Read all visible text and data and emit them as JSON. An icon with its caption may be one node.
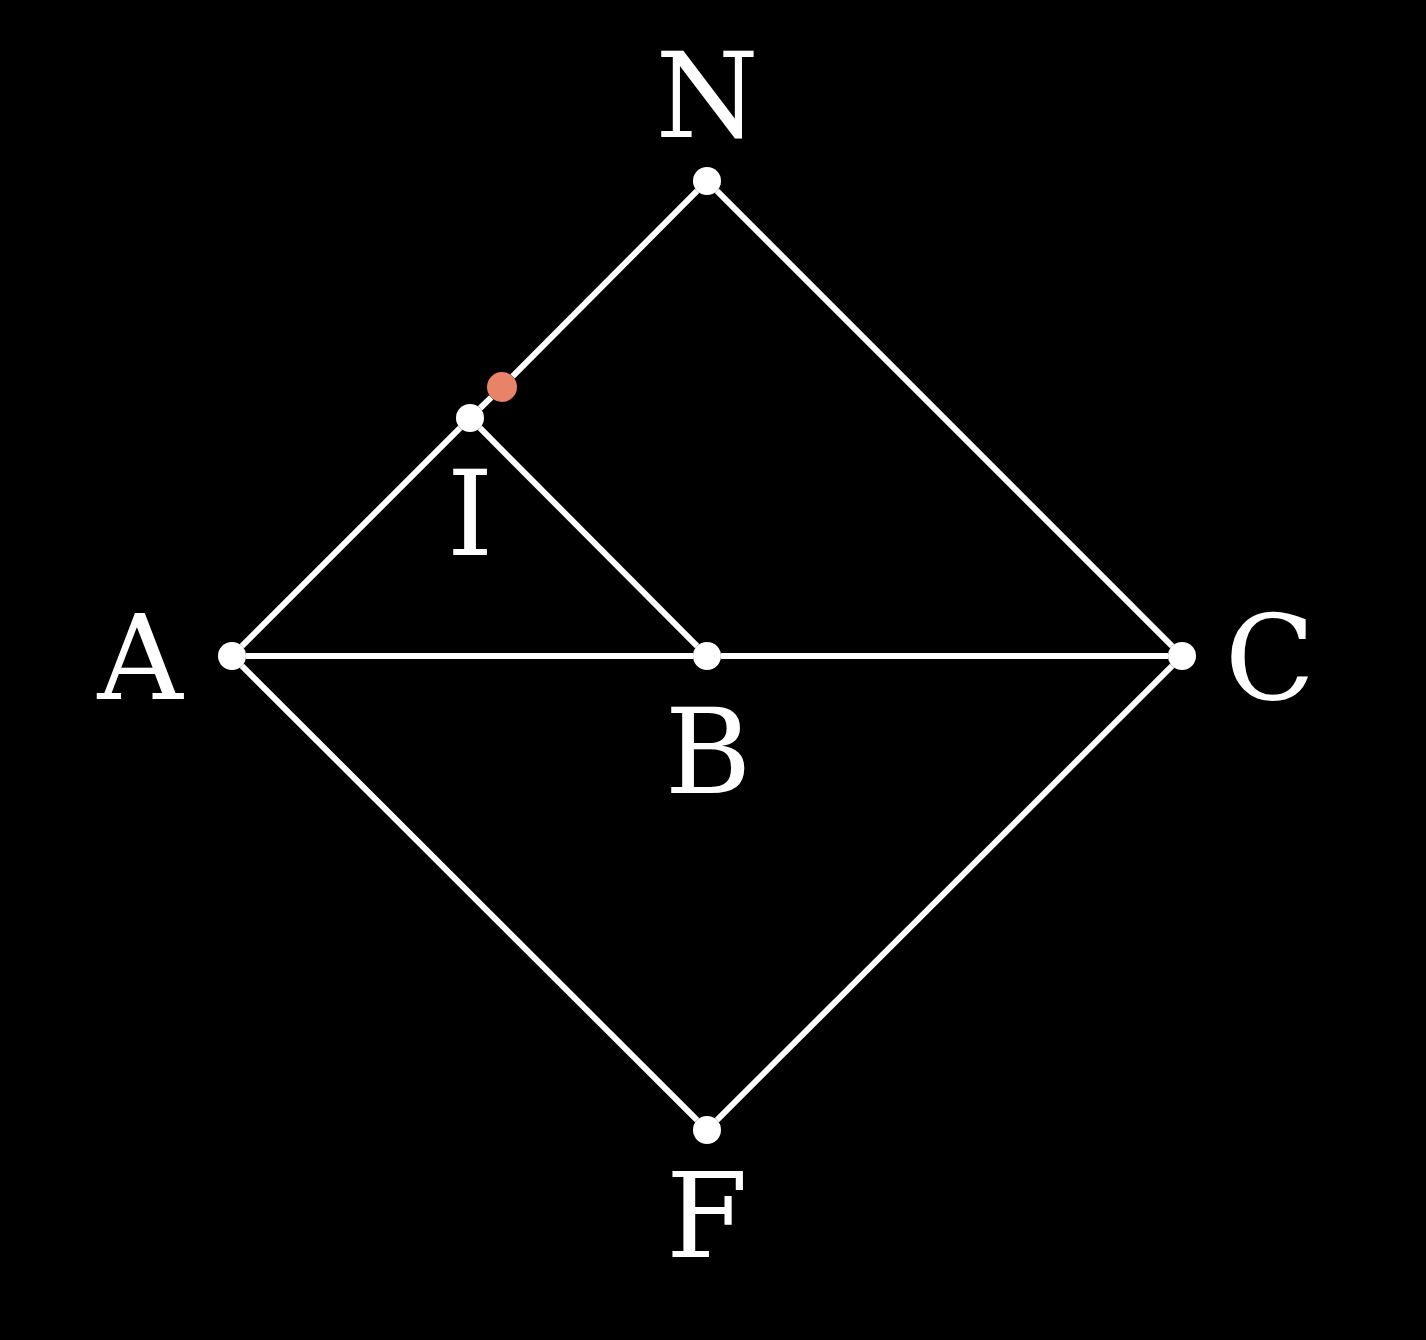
{
  "diagram": {
    "nodes": [
      {
        "text": [],
        "shape": "circle",
        "beside": [
          "N"
        ]
      },
      {
        "text": [],
        "shape": "circle"
      },
      {
        "text": [],
        "shape": "circle",
        "beside": [
          "I"
        ]
      },
      {
        "text": [],
        "shape": "circle",
        "beside": [
          "A"
        ]
      },
      {
        "text": [],
        "shape": "circle",
        "beside": [
          "B"
        ]
      },
      {
        "text": [],
        "shape": "circle",
        "beside": [
          "C"
        ]
      },
      {
        "text": [],
        "shape": "circle",
        "beside": [
          "F"
        ]
      }
    ],
    "edges": [
      {
        "from": 3,
        "to": 2,
        "arrow": "none"
      },
      {
        "from": 2,
        "to": 1,
        "arrow": "none"
      },
      {
        "from": 1,
        "to": 0,
        "arrow": "none"
      },
      {
        "from": 0,
        "to": 5,
        "arrow": "none"
      },
      {
        "from": 2,
        "to": 4,
        "arrow": "none"
      },
      {
        "from": 3,
        "to": 4,
        "arrow": "none"
      },
      {
        "from": 4,
        "to": 5,
        "arrow": "none"
      },
      {
        "from": 3,
        "to": 6,
        "arrow": "none"
      },
      {
        "from": 6,
        "to": 5,
        "arrow": "none"
      }
    ]
  }
}
